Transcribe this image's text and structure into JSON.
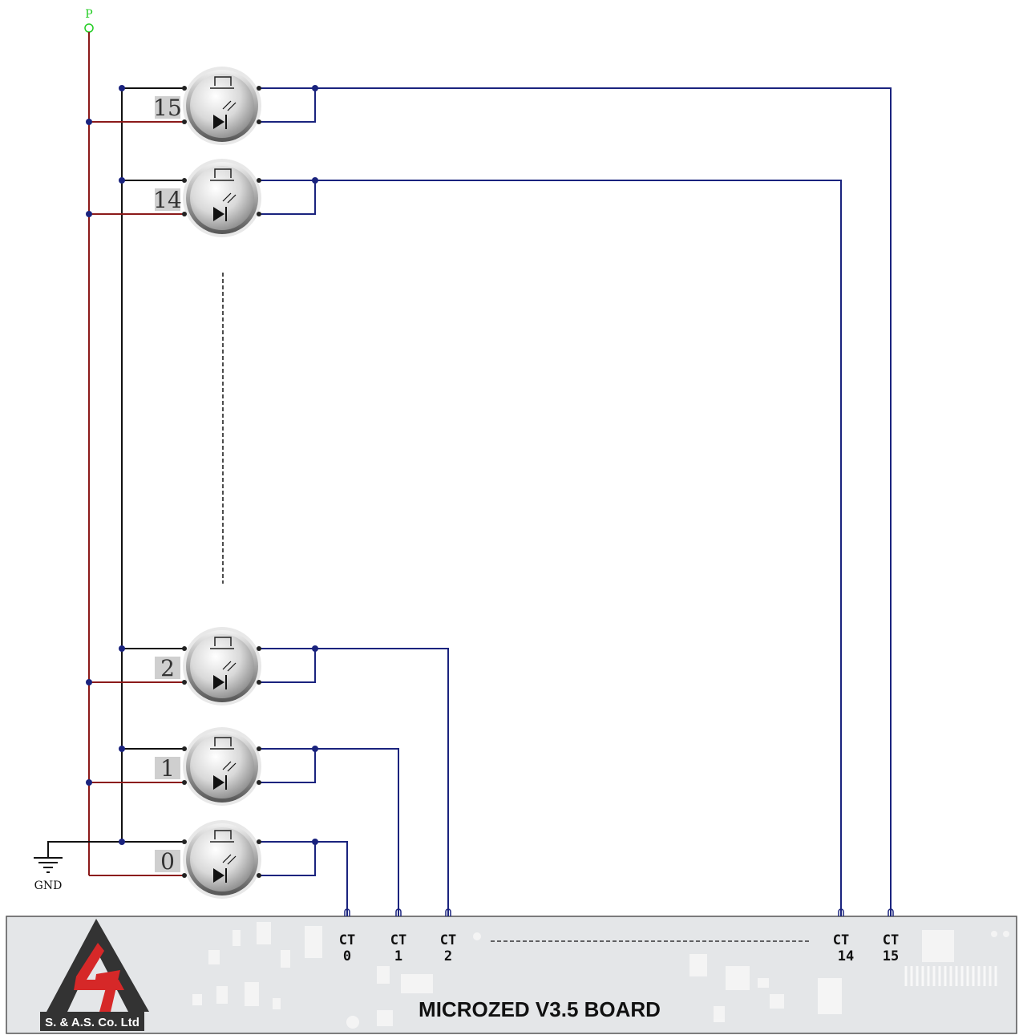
{
  "power_label": "P",
  "ground_label": "GND",
  "board": {
    "title": "MICROZED V3.5 BOARD",
    "logo_text": "S. & A.S. Co. Ltd"
  },
  "buttons": [
    {
      "number": "15",
      "terminal_top": "CT",
      "terminal_bottom": "15"
    },
    {
      "number": "14",
      "terminal_top": "CT",
      "terminal_bottom": "14"
    },
    {
      "number": "2",
      "terminal_top": "CT",
      "terminal_bottom": "2"
    },
    {
      "number": "1",
      "terminal_top": "CT",
      "terminal_bottom": "1"
    },
    {
      "number": "0",
      "terminal_top": "CT",
      "terminal_bottom": "0"
    }
  ],
  "colors": {
    "power_wire": "#8b1a1a",
    "ground_wire": "#111111",
    "signal_wire": "#1a237e",
    "power_terminal": "#22cc22",
    "board_bg": "#e4e6e8",
    "logo_red": "#d62828",
    "logo_dark": "#333333"
  }
}
